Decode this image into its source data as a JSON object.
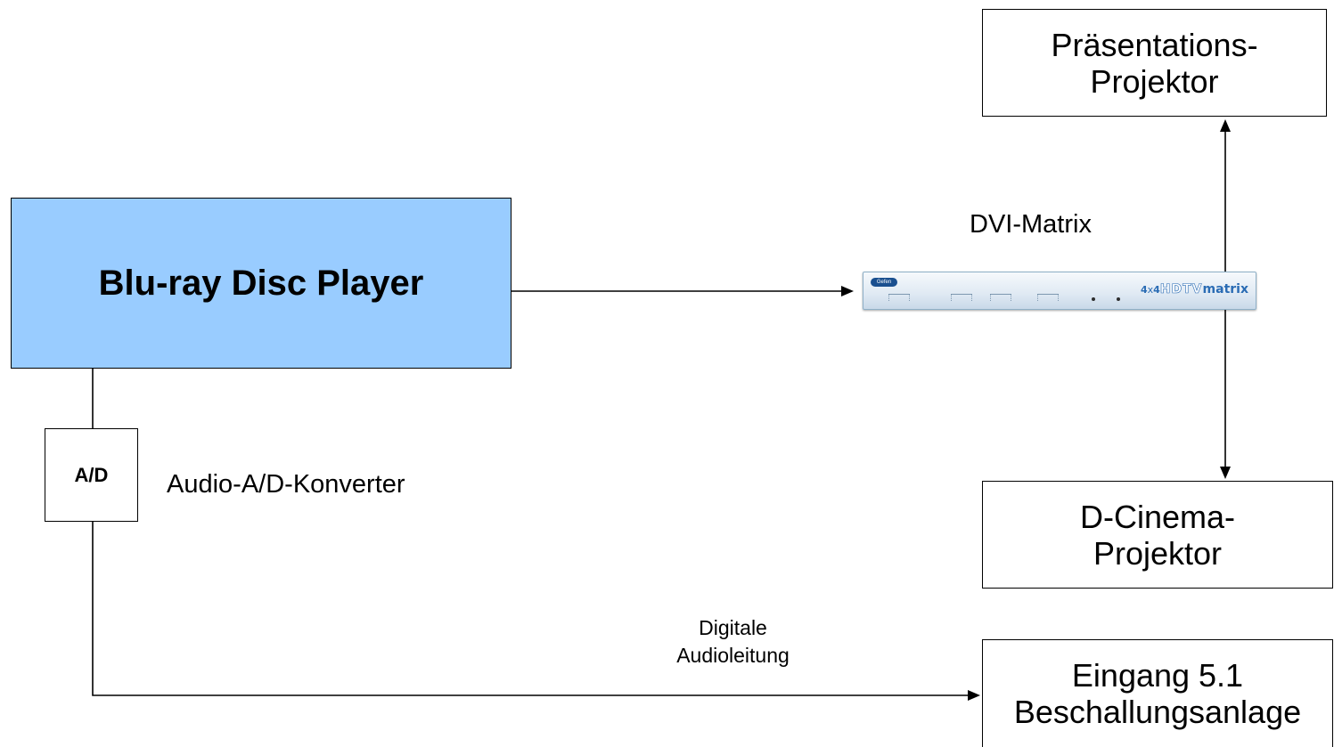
{
  "blocks": {
    "player": {
      "label": "Blu-ray Disc Player",
      "fill": "#99ccff"
    },
    "converter": {
      "box_label": "A/D",
      "caption": "Audio-A/D-Konverter"
    },
    "matrix": {
      "caption": "DVI-Matrix",
      "device_text": "4x4HDTVmatrix",
      "device_brand": "Gefen"
    },
    "presentation_projector": {
      "line1": "Präsentations-",
      "line2": "Projektor"
    },
    "cinema_projector": {
      "line1": "D-Cinema-",
      "line2": "Projektor"
    },
    "sound_system": {
      "line1": "Eingang 5.1",
      "line2": "Beschallungsanlage"
    }
  },
  "links": {
    "digital_audio": {
      "line1": "Digitale",
      "line2": "Audioleitung"
    }
  }
}
